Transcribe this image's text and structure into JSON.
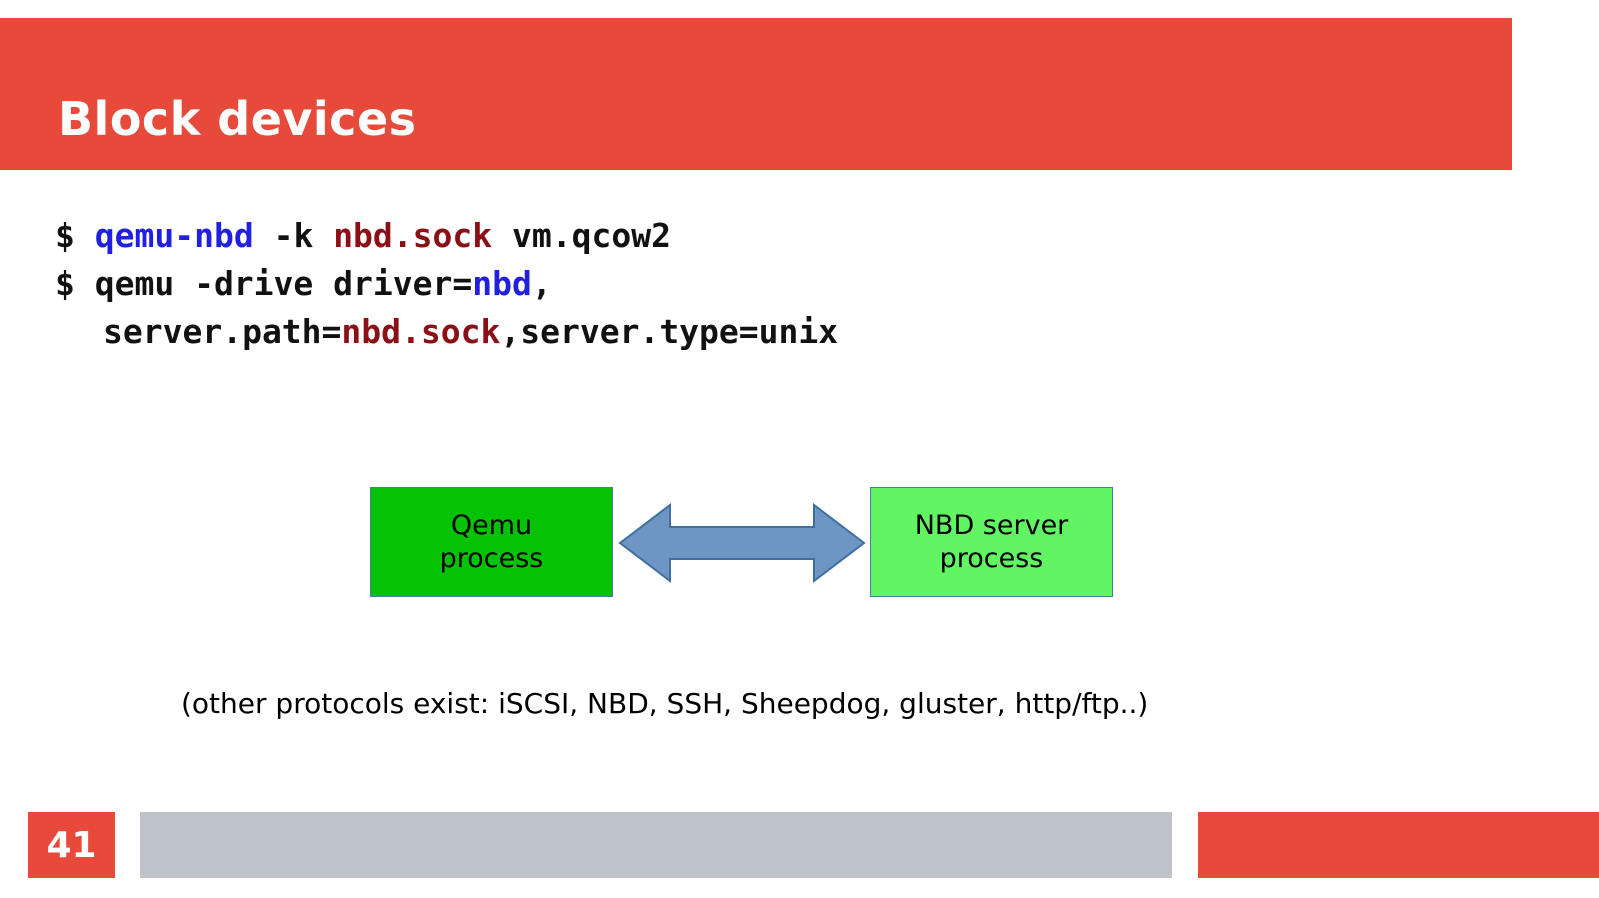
{
  "slide": {
    "title": "Block devices",
    "number": "41",
    "colors": {
      "accent_red": "#e7493a",
      "title_text": "#ffffff",
      "footer_gray": "#bec3c9",
      "code_blue": "#2020e0",
      "code_dark_red": "#8b0f15",
      "code_black": "#111111",
      "box_dark_green": "#05c205",
      "box_light_green": "#62f563",
      "arrow_blue": "#6d96c4",
      "arrow_outline": "#3f6f9f"
    }
  },
  "code": {
    "lines": [
      {
        "indent": false,
        "tokens": [
          {
            "text": "$ ",
            "color": "plain"
          },
          {
            "text": "qemu-nbd",
            "color": "blue"
          },
          {
            "text": " -k ",
            "color": "plain"
          },
          {
            "text": "nbd.sock",
            "color": "red"
          },
          {
            "text": " vm.qcow2",
            "color": "plain"
          }
        ]
      },
      {
        "indent": false,
        "tokens": [
          {
            "text": "$ qemu -drive driver=",
            "color": "plain"
          },
          {
            "text": "nbd",
            "color": "blue"
          },
          {
            "text": ",",
            "color": "plain"
          }
        ]
      },
      {
        "indent": true,
        "tokens": [
          {
            "text": "server.path=",
            "color": "plain"
          },
          {
            "text": "nbd.sock",
            "color": "red"
          },
          {
            "text": ",server.type=unix",
            "color": "plain"
          }
        ]
      }
    ]
  },
  "diagram": {
    "left_box": {
      "line1": "Qemu",
      "line2": "process"
    },
    "right_box": {
      "line1": "NBD server",
      "line2": "process"
    },
    "arrow": "double-headed-arrow",
    "caption": "(other protocols exist: iSCSI, NBD, SSH, Sheepdog, gluster, http/ftp..)"
  }
}
